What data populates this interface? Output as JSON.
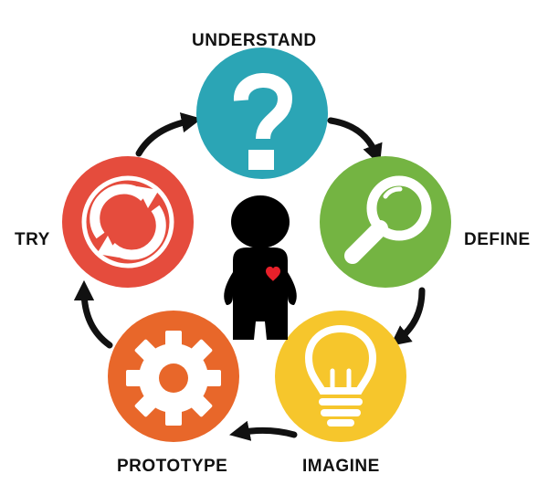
{
  "stages": {
    "understand": {
      "label": "UNDERSTAND",
      "color": "#2BA5B5",
      "icon": "question-mark-icon"
    },
    "define": {
      "label": "DEFINE",
      "color": "#74B442",
      "icon": "magnifier-icon"
    },
    "imagine": {
      "label": "IMAGINE",
      "color": "#F6C62C",
      "icon": "lightbulb-icon"
    },
    "prototype": {
      "label": "PROTOTYPE",
      "color": "#E8672A",
      "icon": "gear-icon"
    },
    "try": {
      "label": "TRY",
      "color": "#E54C3D",
      "icon": "refresh-cycle-icon"
    }
  },
  "center": {
    "icon": "person-with-heart-icon",
    "heart_color": "#E8202A"
  },
  "arrow_color": "#111111"
}
